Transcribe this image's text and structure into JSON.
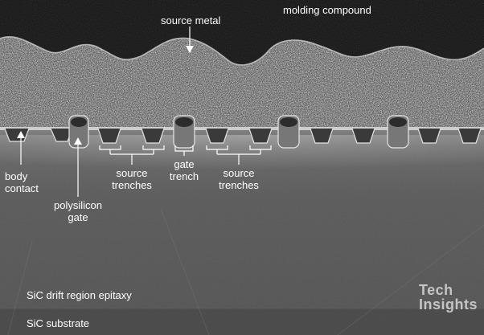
{
  "image": {
    "colors": {
      "molding_compound": "#1a1a1a",
      "source_metal": "#6c6c6c",
      "silicon_carbide": "#5a5a5a",
      "substrate": "#4c4c4c",
      "label_text": "#ffffff"
    }
  },
  "labels": {
    "molding_compound": "molding compound",
    "source_metal": "source metal",
    "body_contact_line1": "body",
    "body_contact_line2": "contact",
    "polysilicon_gate_line1": "polysilicon",
    "polysilicon_gate_line2": "gate",
    "source_trenches_left_line1": "source",
    "source_trenches_left_line2": "trenches",
    "gate_trench_line1": "gate",
    "gate_trench_line2": "trench",
    "source_trenches_right_line1": "source",
    "source_trenches_right_line2": "trenches",
    "drift_region": "SiC drift region epitaxy",
    "substrate": "SiC substrate"
  },
  "logo": {
    "line1": "Tech",
    "line2": "Insights"
  }
}
